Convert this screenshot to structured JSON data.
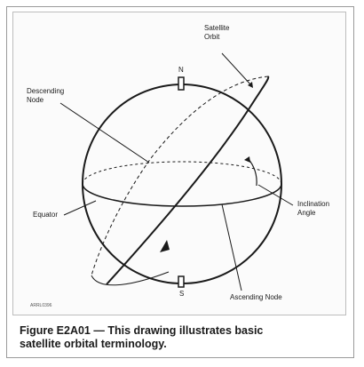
{
  "diagram": {
    "labels": {
      "satellite_orbit": "Satellite\nOrbit",
      "north": "N",
      "south": "S",
      "descending_node": "Descending\nNode",
      "equator": "Equator",
      "inclination_angle": "Inclination\nAngle",
      "ascending_node": "Ascending Node",
      "figure_code": "ARRL0396"
    }
  },
  "caption": {
    "line1": "Figure E2A01 — This drawing illustrates basic",
    "line2": "satellite orbital terminology."
  }
}
